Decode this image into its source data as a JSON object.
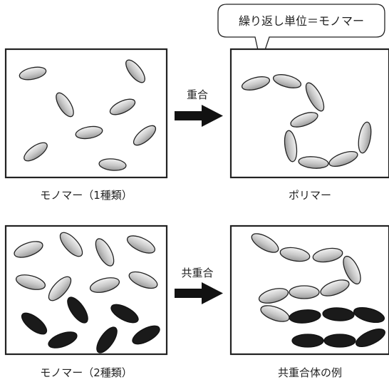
{
  "callout": {
    "text": "繰り返し単位＝モノマー"
  },
  "top": {
    "arrow_label": "重合",
    "left_caption": "モノマー（1種類）",
    "right_caption": "ポリマー"
  },
  "bottom": {
    "arrow_label": "共重合",
    "left_caption": "モノマー（2種類）",
    "right_caption": "共重合体の例"
  },
  "colors": {
    "monomer_a": "#c8c8c8",
    "monomer_b": "#1a1a1a",
    "outline": "#222222",
    "background": "#ffffff"
  }
}
